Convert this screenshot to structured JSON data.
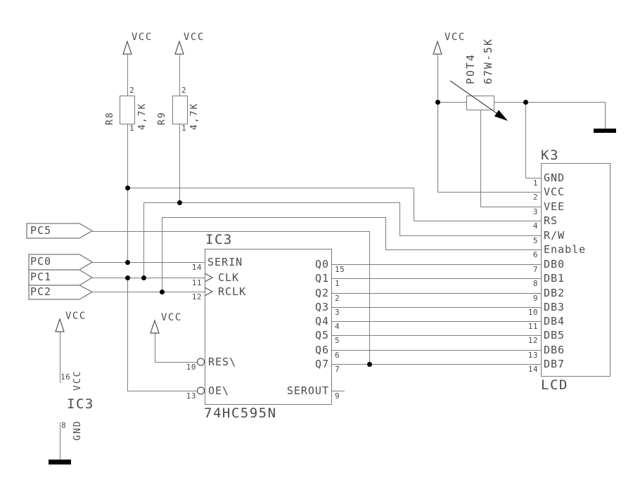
{
  "schematic": {
    "vcc_label": "VCC",
    "resistors": [
      {
        "ref": "R8",
        "value": "4,7K",
        "pin_top": "2",
        "pin_bottom": "1"
      },
      {
        "ref": "R9",
        "value": "4,7K",
        "pin_top": "2",
        "pin_bottom": "1"
      }
    ],
    "potentiometer": {
      "ref": "POT4",
      "value": "67W-5K"
    },
    "signal_flags": [
      {
        "label": "PC5"
      },
      {
        "label": "PC0"
      },
      {
        "label": "PC1"
      },
      {
        "label": "PC2"
      }
    ],
    "ic": {
      "designator": "IC3",
      "part": "74HC595N",
      "left_pins": [
        {
          "num": "14",
          "name": "SERIN"
        },
        {
          "num": "11",
          "name": "CLK"
        },
        {
          "num": "12",
          "name": "RCLK"
        },
        {
          "num": "10",
          "name": "RES\\"
        },
        {
          "num": "13",
          "name": "OE\\"
        }
      ],
      "right_pins": [
        {
          "num": "15",
          "name": "Q0"
        },
        {
          "num": "1",
          "name": "Q1"
        },
        {
          "num": "2",
          "name": "Q2"
        },
        {
          "num": "3",
          "name": "Q3"
        },
        {
          "num": "4",
          "name": "Q4"
        },
        {
          "num": "5",
          "name": "Q5"
        },
        {
          "num": "6",
          "name": "Q6"
        },
        {
          "num": "7",
          "name": "Q7"
        },
        {
          "num": "9",
          "name": "SEROUT"
        }
      ]
    },
    "connector": {
      "designator": "K3",
      "caption": "LCD",
      "pins": [
        {
          "num": "1",
          "name": "GND"
        },
        {
          "num": "2",
          "name": "VCC"
        },
        {
          "num": "3",
          "name": "VEE"
        },
        {
          "num": "4",
          "name": "RS"
        },
        {
          "num": "5",
          "name": "R/W"
        },
        {
          "num": "6",
          "name": "Enable"
        },
        {
          "num": "7",
          "name": "DB0"
        },
        {
          "num": "8",
          "name": "DB1"
        },
        {
          "num": "9",
          "name": "DB2"
        },
        {
          "num": "10",
          "name": "DB3"
        },
        {
          "num": "11",
          "name": "DB4"
        },
        {
          "num": "12",
          "name": "DB5"
        },
        {
          "num": "13",
          "name": "DB6"
        },
        {
          "num": "14",
          "name": "DB7"
        }
      ]
    },
    "ic_power": {
      "designator": "IC3",
      "pins": [
        {
          "num": "16",
          "name": "VCC"
        },
        {
          "num": "8",
          "name": "GND"
        }
      ]
    },
    "colors": {
      "line": "#7d7d7d",
      "text": "#4b4b4b",
      "solid": "#000000",
      "background": "#ffffff"
    }
  }
}
